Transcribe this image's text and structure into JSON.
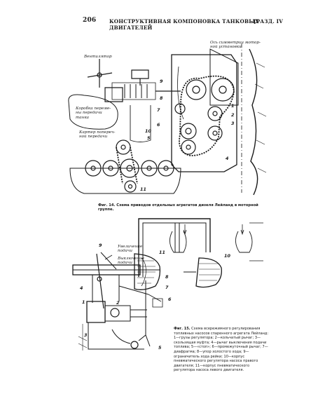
{
  "header": {
    "page_number": "206",
    "running_title": "КОНСТРУКТИВНАЯ КОМПОНОВКА ТАНКОВЫХ ДВИГАТЕЛЕЙ",
    "section": "[РАЗД. IV"
  },
  "figure14": {
    "labels": {
      "ventilator": "Вентилятор",
      "gearbox": "Коробка переме-\nны передачи\nтанка",
      "transfer_case": "Картер попереч-\nной передачи",
      "symmetry_axis": "Ось симметрии мотор-\nной установки"
    },
    "numbers": [
      "9",
      "8",
      "7",
      "6",
      "1",
      "2",
      "3",
      "4",
      "5",
      "10",
      "11"
    ],
    "caption": "Фиг. 14. Схема приводов отдельных агрегатов дизеля Лейланд в моторной группе."
  },
  "figure15": {
    "labels": {
      "gov_lever": "Увеличение\nподачи",
      "stop_label": "Выключение\nподачи"
    },
    "numbers": [
      "9",
      "11",
      "10",
      "4",
      "1",
      "2",
      "3",
      "5",
      "6",
      "7",
      "8"
    ],
    "caption_label": "Фиг. 15.",
    "caption_text": "Схема всережимного регулирования топливных насосов спаренного агрегата Лейланд: 1—грузы регулятора; 2—кольчатый рычаг; 3—скользящая муфта; 4—рычаг выключения подачи топлива; 5—«стоп»; 6—промежуточный рычаг; 7—диафрагма; 8—упор холостого хода; 9—ограничитель хода рейки; 10—корпус пневматического регулятора насоса правого двигателя; 11—корпус пневматического регулятора насоса левого двигателя."
  }
}
